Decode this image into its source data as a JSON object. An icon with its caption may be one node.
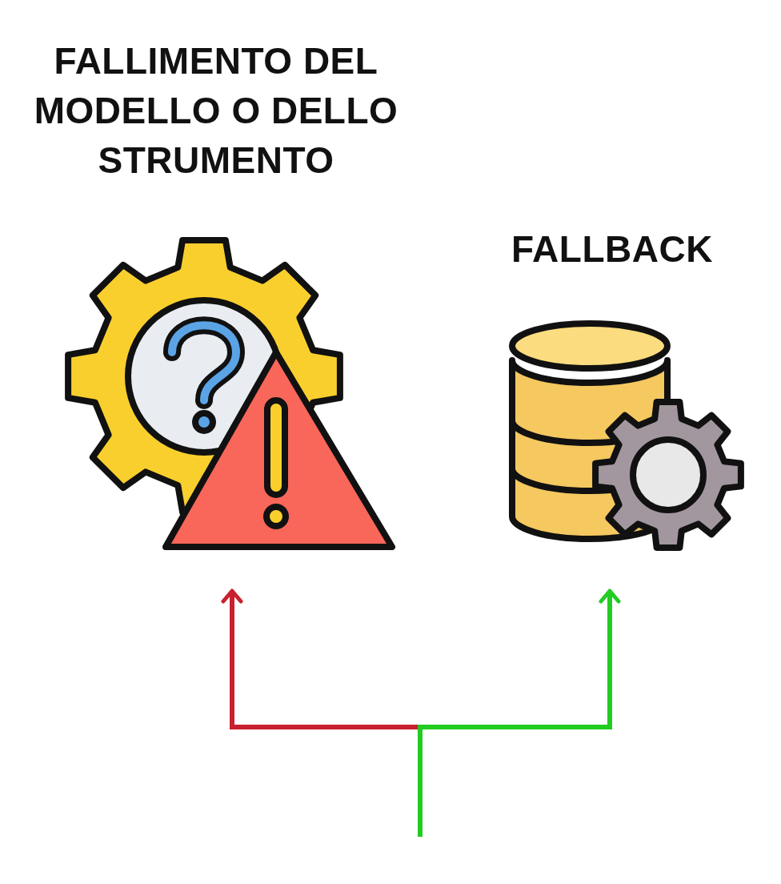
{
  "diagram": {
    "nodes": [
      {
        "text": [
          "FALLIMENTO DEL MODELLO O DELLO STRUMENTO"
        ]
      },
      {
        "text": [
          "FALLBACK"
        ]
      }
    ],
    "edges": [
      {
        "from": null,
        "to": 0,
        "arrow": "to",
        "color": "#c8202e"
      },
      {
        "from": null,
        "to": 1,
        "arrow": "to",
        "color": "#22cc22"
      }
    ]
  }
}
